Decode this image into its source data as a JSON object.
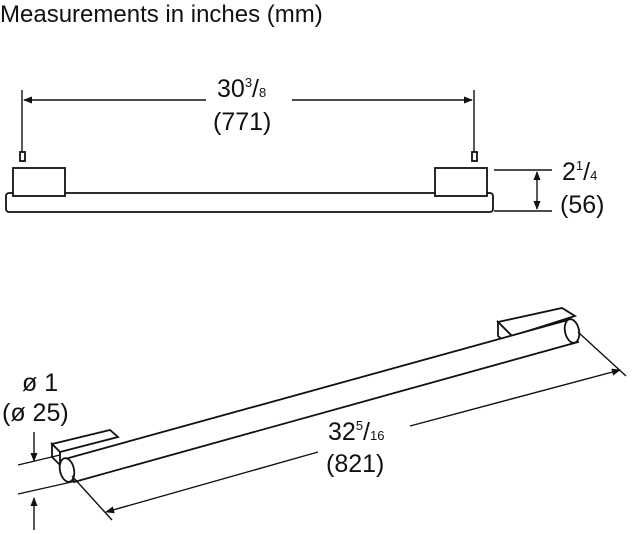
{
  "title": "Measurements in inches (mm)",
  "dims": {
    "width": {
      "whole": "30",
      "num": "3",
      "den": "8",
      "mm": "(771)"
    },
    "height": {
      "whole": "2",
      "num": "1",
      "den": "4",
      "mm": "(56)"
    },
    "diameter": {
      "inch": "ø 1",
      "mm": "(ø 25)"
    },
    "length": {
      "whole": "32",
      "num": "5",
      "den": "16",
      "mm": "(821)"
    }
  }
}
